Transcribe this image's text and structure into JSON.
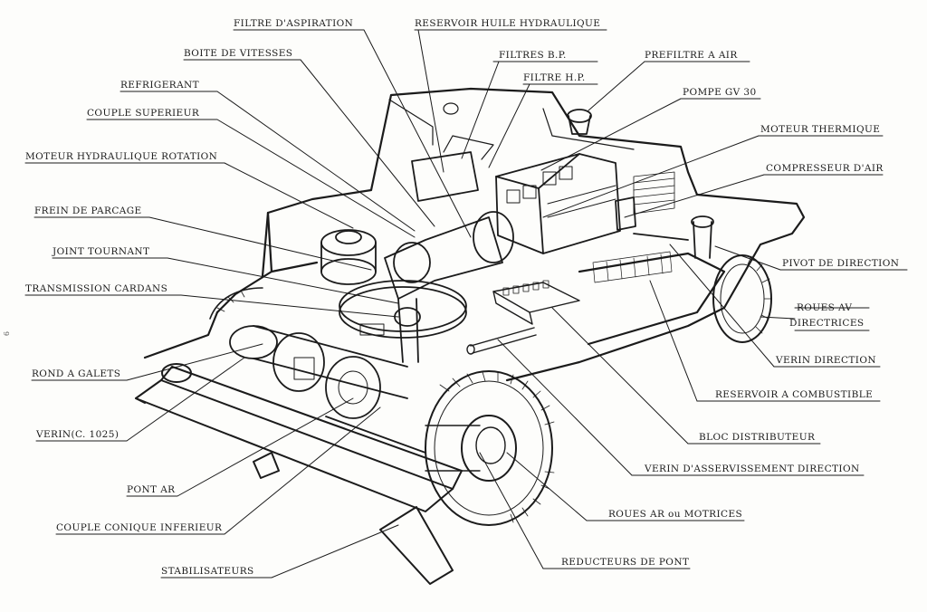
{
  "figure": {
    "page_mark": "9",
    "colors": {
      "ink": "#1b1b1b",
      "paper": "#fdfdfb"
    }
  },
  "labels": {
    "filtre_aspiration": "FILTRE D'ASPIRATION",
    "reservoir_huile": "RESERVOIR HUILE HYDRAULIQUE",
    "boite_vitesses": "BOITE DE VITESSES",
    "filtres_bp": "FILTRES B.P.",
    "prefiltre_air": "PREFILTRE A AIR",
    "filtre_hp": "FILTRE H.P.",
    "refrigerant": "REFRIGERANT",
    "pompe_gv30": "POMPE GV 30",
    "couple_superieur": "COUPLE SUPERIEUR",
    "moteur_thermique": "MOTEUR THERMIQUE",
    "moteur_hydraulique": "MOTEUR HYDRAULIQUE ROTATION",
    "compresseur_air": "COMPRESSEUR D'AIR",
    "frein_parcage": "FREIN DE PARCAGE",
    "joint_tournant": "JOINT TOURNANT",
    "pivot_direction": "PIVOT DE DIRECTION",
    "transmission_cardans": "TRANSMISSION CARDANS",
    "roues_av_1": "ROUES AV",
    "roues_av_2": "DIRECTRICES",
    "verin_direction": "VERIN DIRECTION",
    "rond_galets": "ROND A GALETS",
    "reservoir_combustible": "RESERVOIR A COMBUSTIBLE",
    "verin_c1025": "VERIN(C. 1025)",
    "bloc_distributeur": "BLOC DISTRIBUTEUR",
    "verin_asservissement": "VERIN D'ASSERVISSEMENT DIRECTION",
    "pont_ar": "PONT AR",
    "roues_ar": "ROUES AR ou MOTRICES",
    "couple_conique": "COUPLE CONIQUE INFERIEUR",
    "reducteurs_pont": "REDUCTEURS DE PONT",
    "stabilisateurs": "STABILISATEURS"
  }
}
